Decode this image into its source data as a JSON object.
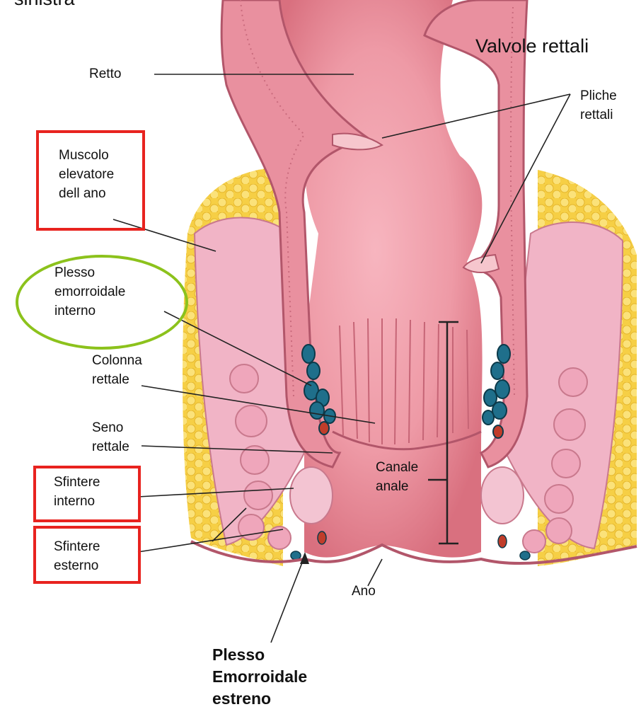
{
  "page_title_fragment": "sinistra",
  "header_label": "Valvole rettali",
  "labels": {
    "retto": "Retto",
    "pliche": [
      "Pliche",
      "rettali"
    ],
    "muscolo": [
      "Muscolo",
      "elevatore",
      "dell ano"
    ],
    "plesso_interno": [
      "Plesso",
      "emorroidale",
      "interno"
    ],
    "colonna": [
      "Colonna",
      "rettale"
    ],
    "seno": [
      "Seno",
      "rettale"
    ],
    "canale": [
      "Canale",
      "anale"
    ],
    "sfintere_interno": [
      "Sfintere",
      "interno"
    ],
    "sfintere_esterno": [
      "Sfintere",
      "esterno"
    ],
    "ano": "Ano",
    "plesso_esterno": [
      "Plesso",
      "Emorroidale",
      "estreno"
    ]
  },
  "colors": {
    "highlight_box": "#e8231f",
    "highlight_oval": "#8cc21c",
    "mucosa": "#e58f9f",
    "muscle": "#f1b4c6",
    "fat": "#f7d24e",
    "vessel": "#1f6f8b"
  }
}
